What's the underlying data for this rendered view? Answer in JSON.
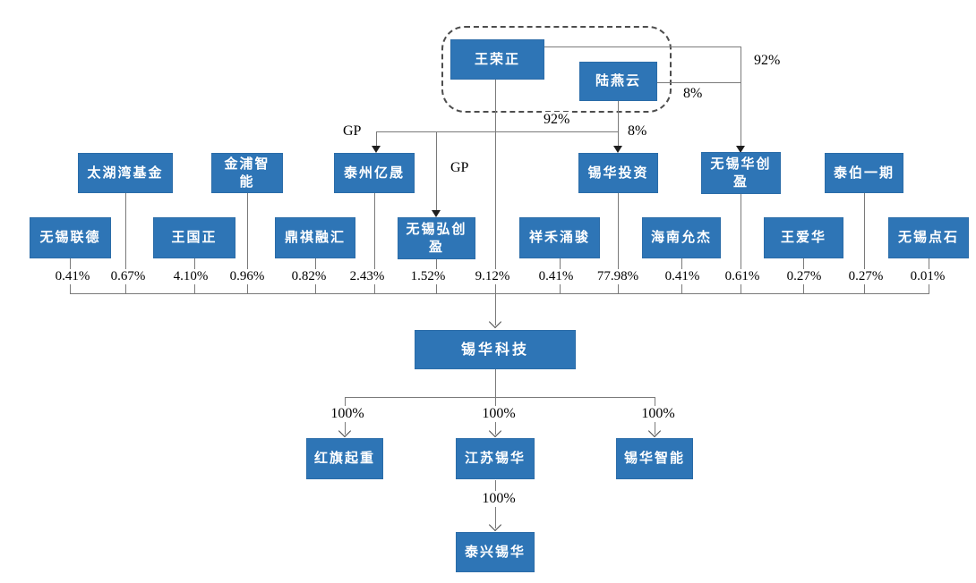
{
  "diagram": "equity-ownership-structure",
  "founders": {
    "wang": {
      "name": "王荣正"
    },
    "lu": {
      "name": "陆燕云"
    }
  },
  "labels": {
    "pct_92_top": "92%",
    "pct_8_top": "8%",
    "pct_92_mid": "92%",
    "pct_8_mid": "8%",
    "gp_1": "GP",
    "gp_2": "GP"
  },
  "columns": [
    {
      "name": "无锡联德",
      "pct": "0.41%"
    },
    {
      "name": "太湖湾基金",
      "pct": "0.67%"
    },
    {
      "name": "王国正",
      "pct": "4.10%"
    },
    {
      "name": "金浦智能",
      "pct": "0.96%"
    },
    {
      "name": "鼎祺融汇",
      "pct": "0.82%"
    },
    {
      "name": "泰州亿晟",
      "pct": "2.43%"
    },
    {
      "name": "无锡弘创盈",
      "pct": "1.52%"
    },
    {
      "pct": "9.12%"
    },
    {
      "name": "祥禾涌骏",
      "pct": "0.41%"
    },
    {
      "name": "锡华投资",
      "pct": "77.98%"
    },
    {
      "name": "海南允杰",
      "pct": "0.41%"
    },
    {
      "name": "无锡华创盈",
      "pct": "0.61%"
    },
    {
      "name": "王爱华",
      "pct": "0.27%"
    },
    {
      "name": "泰伯一期",
      "pct": "0.27%"
    },
    {
      "name": "无锡点石",
      "pct": "0.01%"
    }
  ],
  "company": {
    "name": "锡华科技"
  },
  "subsidiaries": [
    {
      "name": "红旗起重",
      "pct": "100%"
    },
    {
      "name": "江苏锡华",
      "pct": "100%"
    },
    {
      "name": "锡华智能",
      "pct": "100%"
    }
  ],
  "grandchild": {
    "name": "泰兴锡华",
    "pct": "100%"
  },
  "colors": {
    "box_fill": "#2E75B6",
    "box_text": "#FFFFFF",
    "line": "#7A7A7A",
    "arrow": "#1F1F1F",
    "label_text": "#000000"
  }
}
